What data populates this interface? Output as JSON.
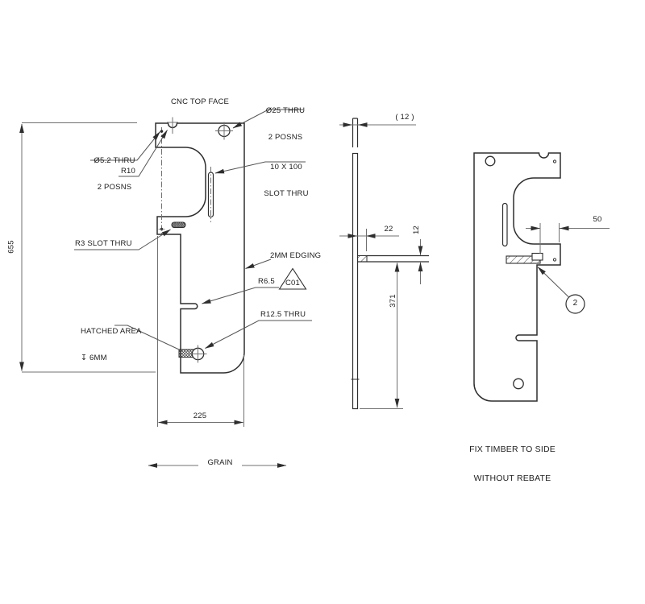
{
  "drawing": {
    "labels": {
      "cnc_top_face": "CNC TOP FACE",
      "dia25_line1": "Ø25 THRU",
      "dia25_line2": "2 POSNS",
      "slot_line1": "10 X 100",
      "slot_line2": "SLOT THRU",
      "dia52_line1": "Ø5.2 THRU",
      "dia52_line2": "2 POSNS",
      "r10": "R10",
      "r3_slot": "R3 SLOT THRU",
      "edging": "2MM EDGING",
      "r65": "R6.5",
      "c01": "C01",
      "r125": "R12.5 THRU",
      "hatched_line1": "HATCHED AREA",
      "hatched_line2": "↧ 6MM",
      "grain": "GRAIN",
      "note_line1": "FIX TIMBER TO SIDE",
      "note_line2": "WITHOUT REBATE",
      "balloon_item": "2"
    },
    "dimensions": {
      "overall_height": "655",
      "overall_width": "225",
      "thickness_ref": "( 12 )",
      "timber_width": "22",
      "timber_thickness": "12",
      "timber_length": "371",
      "offset_50": "50"
    },
    "line_colors": {
      "outline": "#2e2e2e",
      "thin": "#707070",
      "text": "#1c1c1c"
    }
  }
}
